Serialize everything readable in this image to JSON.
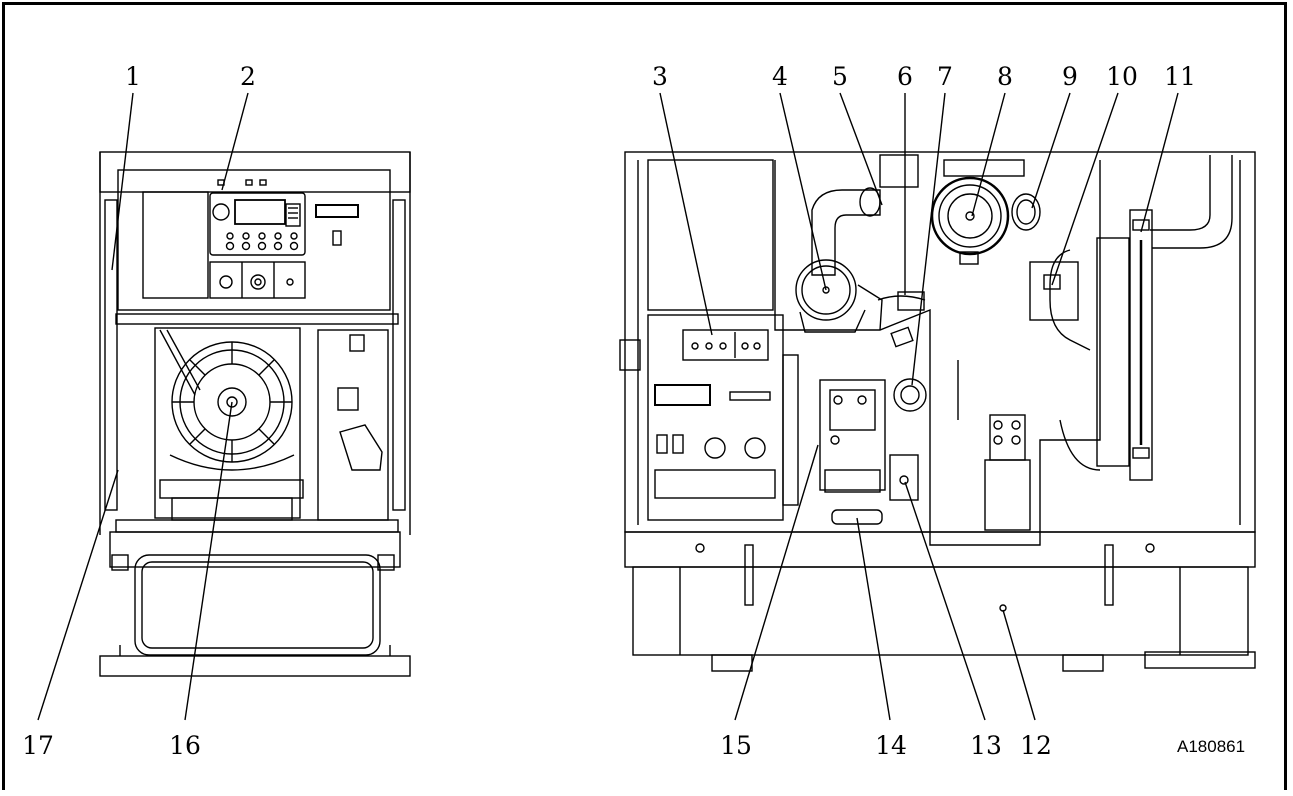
{
  "figure": {
    "reference_id": "A180861",
    "callouts": [
      "1",
      "2",
      "3",
      "4",
      "5",
      "6",
      "7",
      "8",
      "9",
      "10",
      "11",
      "12",
      "13",
      "14",
      "15",
      "16",
      "17"
    ]
  },
  "colors": {
    "line": "#000000",
    "background": "#ffffff",
    "hatch": "#9a9a9a"
  }
}
